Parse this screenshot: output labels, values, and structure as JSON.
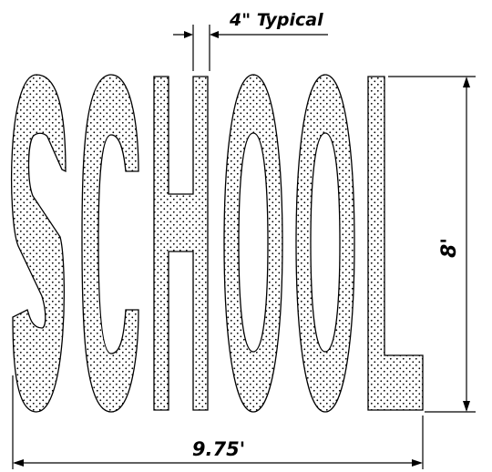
{
  "diagram": {
    "word": "SCHOOL",
    "letters": [
      "S",
      "C",
      "H",
      "O",
      "O",
      "L"
    ],
    "stroke_width_label": "4\" Typical",
    "height_label": "8'",
    "width_label": "9.75'",
    "colors": {
      "ink": "#000000",
      "background": "#ffffff",
      "fill_dots": "#000000"
    }
  }
}
